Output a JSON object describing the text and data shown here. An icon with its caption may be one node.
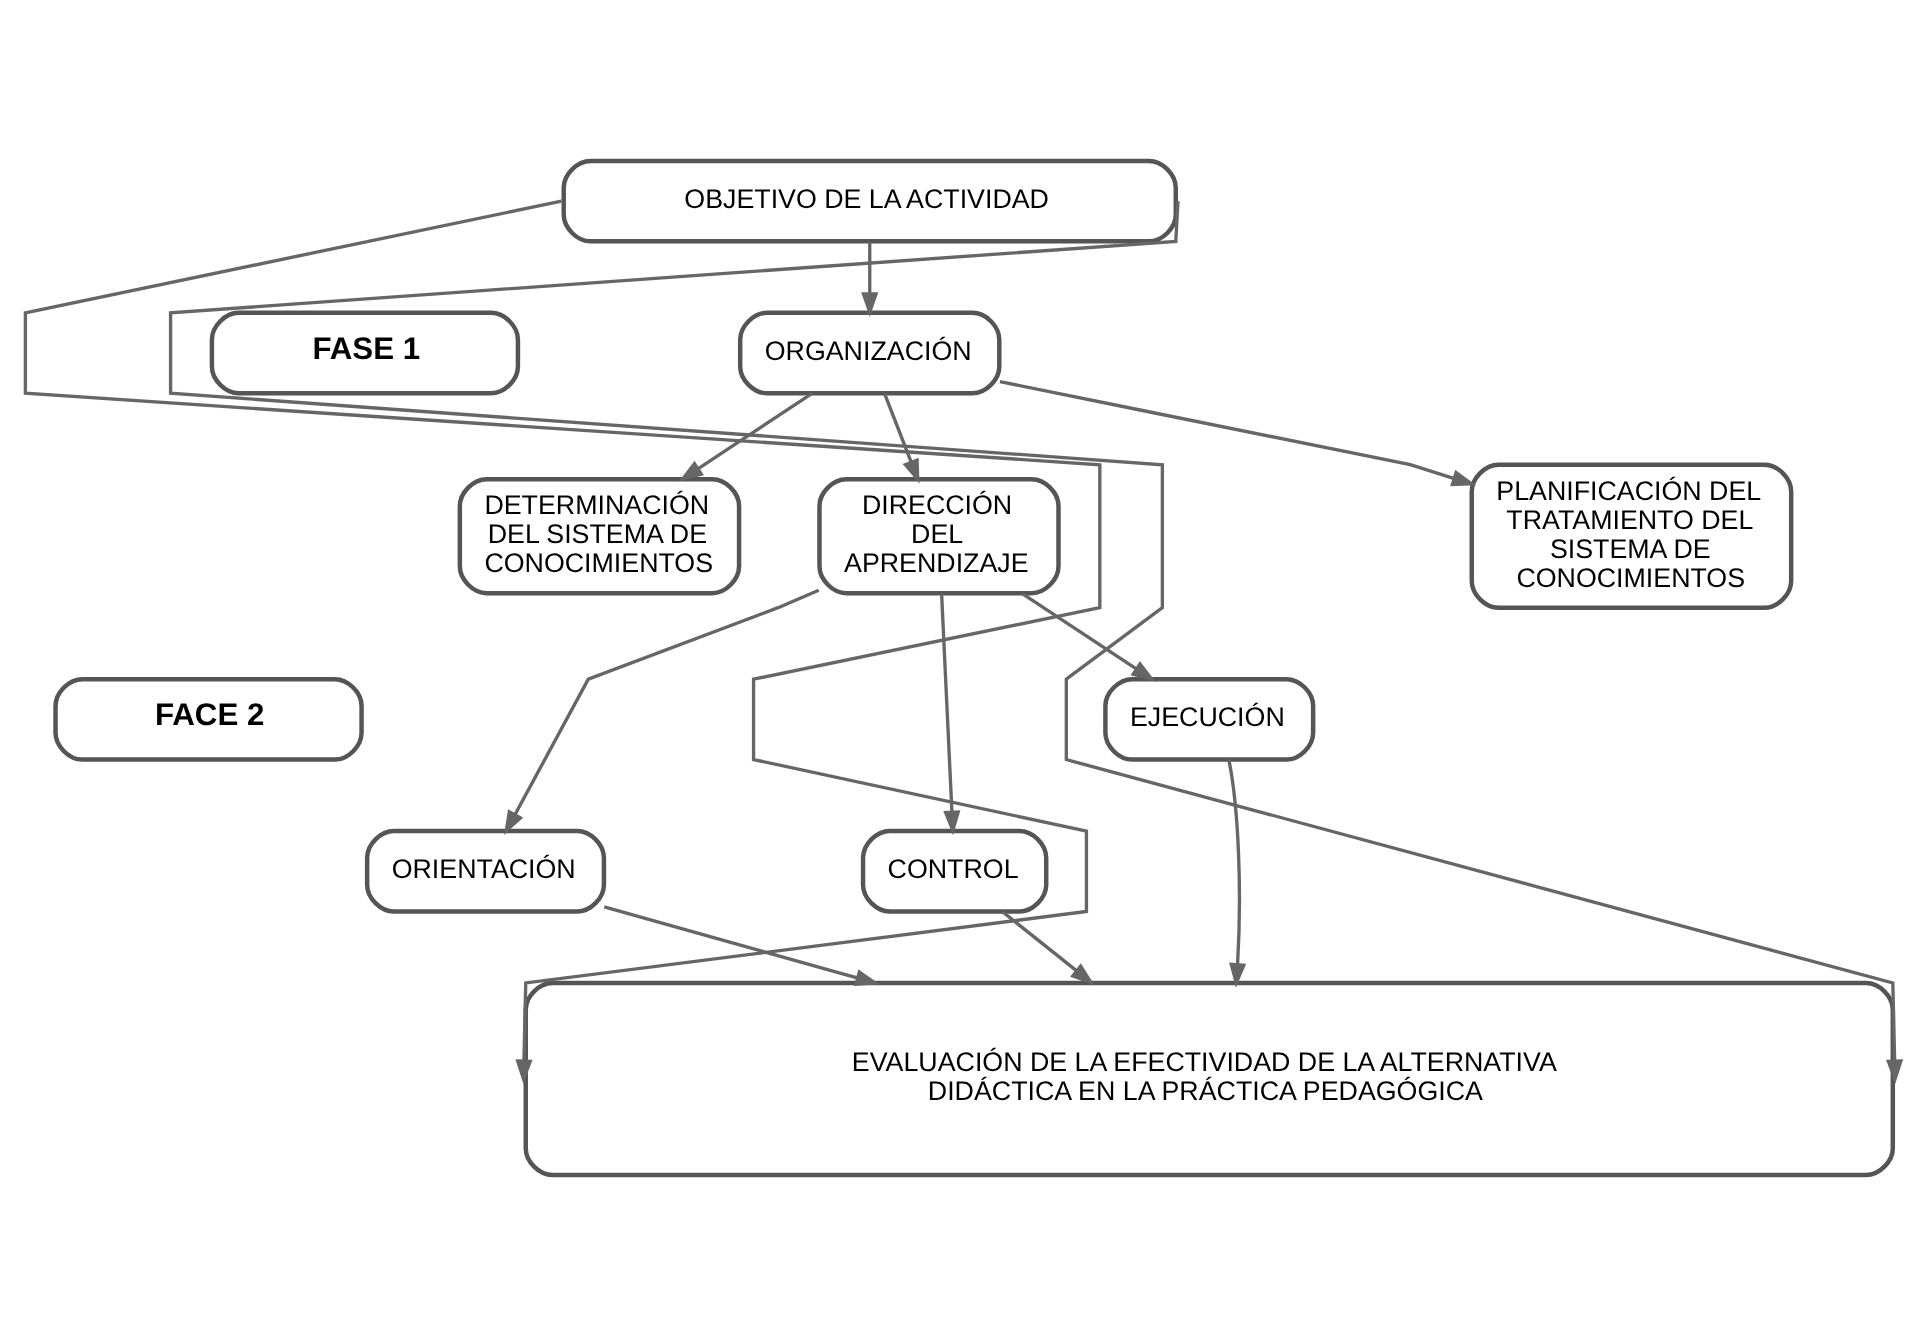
{
  "diagram": {
    "nodes": [
      {
        "text": [
          "OBJETIVO DE LA ACTIVIDAD"
        ]
      },
      {
        "text": [
          "FASE 1"
        ]
      },
      {
        "text": [
          "ORGANIZACIÓN"
        ]
      },
      {
        "text": [
          "DETERMINACIÓN DEL SISTEMA DE CONOCIMIENTOS"
        ]
      },
      {
        "text": [
          "DIRECCIÓN DEL APRENDIZAJE"
        ]
      },
      {
        "text": [
          "PLANIFICACIÓN DEL TRATAMIENTO DEL SISTEMA DE CONOCIMIENTOS"
        ]
      },
      {
        "text": [
          "FACE 2"
        ]
      },
      {
        "text": [
          "EJECUCIÓN"
        ]
      },
      {
        "text": [
          "ORIENTACIÓN"
        ]
      },
      {
        "text": [
          "CONTROL"
        ]
      },
      {
        "text": [
          "EVALUACIÓN DE LA EFECTIVIDAD DE LA ALTERNATIVA DIDÁCTICA EN LA PRÁCTICA PEDAGÓGICA"
        ]
      }
    ],
    "edges": [
      {
        "from": 0,
        "to": 2,
        "arrow": "to"
      },
      {
        "from": 2,
        "to": 3,
        "arrow": "to"
      },
      {
        "from": 2,
        "to": 4,
        "arrow": "to"
      },
      {
        "from": 2,
        "to": 5,
        "arrow": "to"
      },
      {
        "from": 4,
        "to": 7,
        "arrow": "to"
      },
      {
        "from": 4,
        "to": 8,
        "arrow": "to"
      },
      {
        "from": 4,
        "to": 9,
        "arrow": "to"
      },
      {
        "from": 8,
        "to": 10,
        "arrow": "to"
      },
      {
        "from": 7,
        "to": 10,
        "arrow": "to"
      },
      {
        "from": 9,
        "to": 10,
        "arrow": "to"
      },
      {
        "from": 0,
        "to": 10,
        "arrow": "to"
      },
      {
        "from": 0,
        "to": 10,
        "arrow": "to"
      }
    ]
  }
}
